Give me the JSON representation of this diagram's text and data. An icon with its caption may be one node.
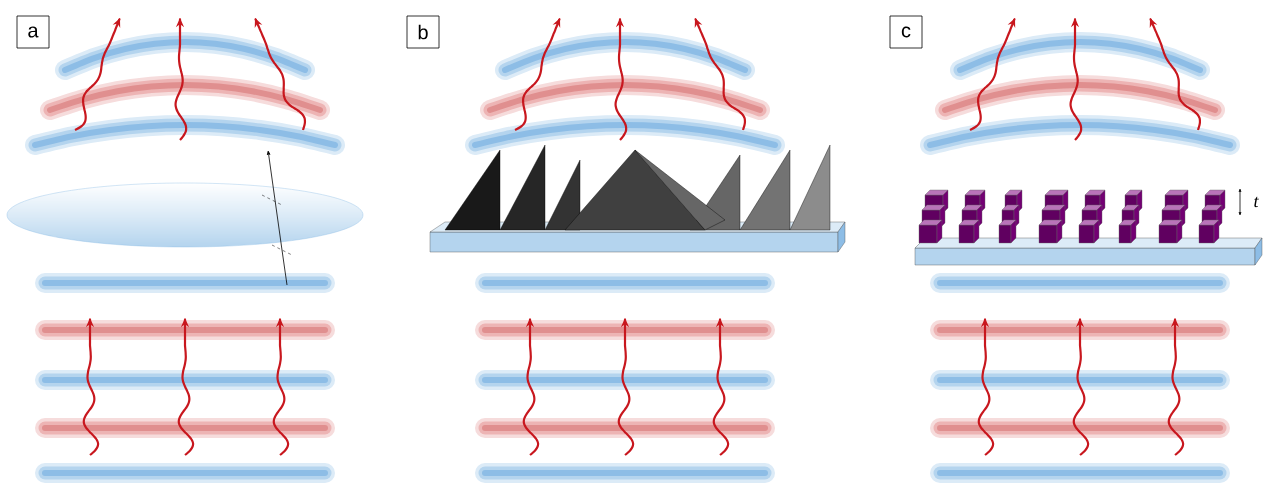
{
  "diagram": {
    "labels": [
      "a",
      "b",
      "c",
      "t"
    ]
  }
}
